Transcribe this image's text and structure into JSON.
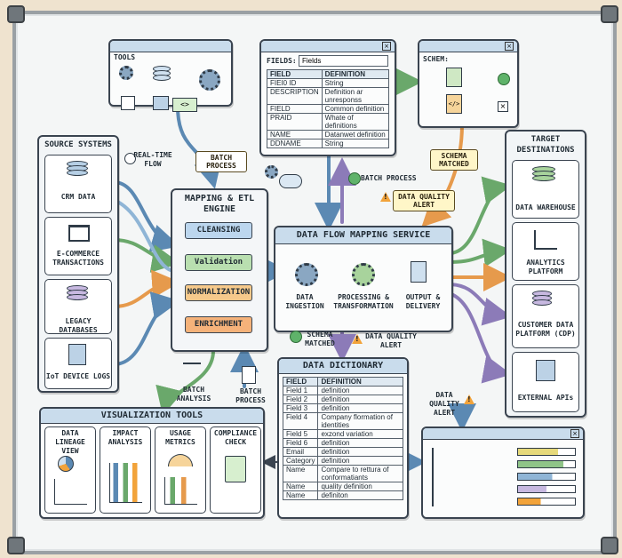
{
  "tools": {
    "title": "TOOLS"
  },
  "fields_window": {
    "label": "FIELDS:",
    "input_value": "Fields",
    "columns": [
      "FIELD",
      "DEFINITION"
    ],
    "rows": [
      [
        "FIEI0 ID",
        "String"
      ],
      [
        "DESCRIPTION",
        "Definition ar unresponss"
      ],
      [
        "FIELD",
        "Common definition"
      ],
      [
        "PRAID",
        "Whate of definitions"
      ],
      [
        "NAME",
        "Datanwet definition"
      ],
      [
        "DDNAME",
        "String"
      ]
    ]
  },
  "schema_window": {
    "title": "SCHEM:"
  },
  "source_systems": {
    "title": "SOURCE SYSTEMS",
    "items": [
      "CRM DATA",
      "E-COMMERCE TRANSACTIONS",
      "LEGACY DATABASES",
      "IoT DEVICE LOGS"
    ]
  },
  "flow_labels": {
    "real_time": "REAL-TIME FLOW",
    "batch_process_top": "BATCH PROCESS",
    "batch_process_mid": "BATCH PROCESS",
    "schema_matched_top": "SCHEMA MATCHED",
    "data_quality_alert_top": "DATA QUALITY ALERT",
    "schema_matched_mid": "SCHEMA MATCHED",
    "data_quality_alert_mid": "DATA QUALITY ALERT",
    "batch_analysis": "BATCH ANALYSIS",
    "batch_process_bottom": "BATCH PROCESS",
    "data_quality_alert_right": "DATA QUALITY ALERT"
  },
  "etl_engine": {
    "title": "MAPPING & ETL ENGINE",
    "steps": [
      "CLEANSING",
      "Validation",
      "NORMALIZATION",
      "ENRICHMENT"
    ]
  },
  "mapping_service": {
    "title": "DATA FLOW MAPPING SERVICE",
    "stages": [
      "DATA INGESTION",
      "PROCESSING & TRANSFORMATION",
      "OUTPUT & DELIVERY"
    ]
  },
  "target_destinations": {
    "title": "TARGET DESTINATIONS",
    "items": [
      "DATA WAREHOUSE",
      "ANALYTICS PLATFORM",
      "CUSTOMER DATA PLATFORM (CDP)",
      "EXTERNAL APIs"
    ]
  },
  "data_dictionary": {
    "title": "DATA DICTIONARY",
    "columns": [
      "FIELD",
      "DEFINITION"
    ],
    "rows": [
      [
        "Field 1",
        "definition"
      ],
      [
        "Field 2",
        "definition"
      ],
      [
        "Field 3",
        "definition"
      ],
      [
        "Field 4",
        "Company flormation of identities"
      ],
      [
        "Field 5",
        "exzond variation"
      ],
      [
        "Field 6",
        "definition"
      ],
      [
        "Email",
        "definition"
      ],
      [
        "Category",
        "definition"
      ],
      [
        "Name",
        "Compare to rettura of conformatiants"
      ],
      [
        "Name",
        "quality definition"
      ],
      [
        "Name",
        "definiton"
      ]
    ]
  },
  "visualization_tools": {
    "title": "VISUALIZATION TOOLS",
    "tabs": [
      "DATA LINEAGE VIEW",
      "IMPACT ANALYSIS",
      "USAGE METRICS",
      "COMPLIANCE CHECK"
    ]
  },
  "colors": {
    "wire_blue": "#5b89b3",
    "wire_green": "#6aa86b",
    "wire_orange": "#e69a4c",
    "wire_purple": "#8c7bb8",
    "cleansing": "#bcd6ee",
    "validation": "#b9dfb0",
    "normalization": "#f6c98b",
    "enrichment": "#f5b27a"
  }
}
